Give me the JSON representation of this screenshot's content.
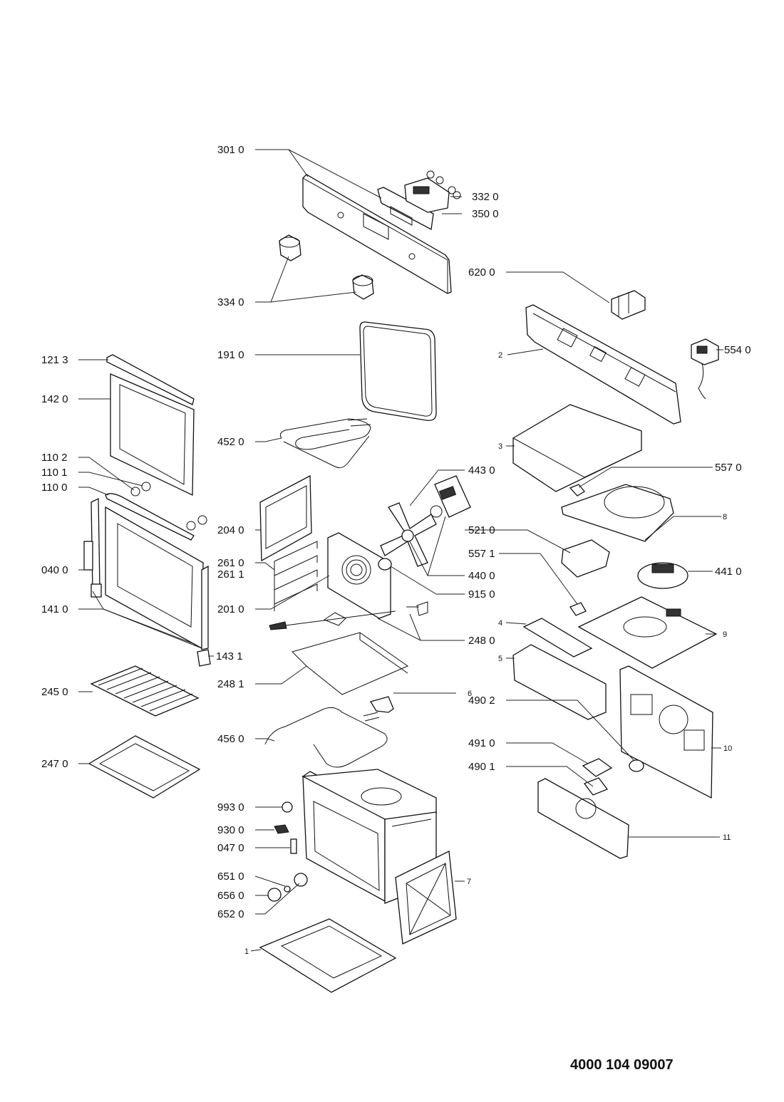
{
  "document_number": "4000 104 09007",
  "labels": {
    "l3010": "301 0",
    "l3320": "332 0",
    "l3500": "350 0",
    "l3340": "334 0",
    "l6200": "620 0",
    "l1910": "191 0",
    "l2": "2",
    "l5540": "554 0",
    "l1213": "121 3",
    "l1420": "142 0",
    "l4520": "452 0",
    "l3": "3",
    "l1102": "110 2",
    "l1101": "110 1",
    "l1100": "110 0",
    "l4430": "443 0",
    "l5570": "557 0",
    "l8": "8",
    "l2040": "204 0",
    "l5210": "521 0",
    "l2610": "261 0",
    "l2611": "261 1",
    "l0400": "040 0",
    "l4400": "440 0",
    "l4410": "441 0",
    "l5571": "557 1",
    "l9150": "915 0",
    "l1410": "141 0",
    "l2010": "201 0",
    "l4": "4",
    "l9": "9",
    "l2480": "248 0",
    "l5": "5",
    "l1431": "143 1",
    "l2481": "248 1",
    "l2450": "245 0",
    "l6": "6",
    "l4902": "490 2",
    "l4560": "456 0",
    "l4910": "491 0",
    "l10": "10",
    "l2470": "247 0",
    "l4901": "490 1",
    "l9930": "993 0",
    "l9300": "930 0",
    "l11": "11",
    "l0470": "047 0",
    "l6510": "651 0",
    "l7": "7",
    "l6560": "656 0",
    "l6520": "652 0",
    "l1": "1"
  }
}
